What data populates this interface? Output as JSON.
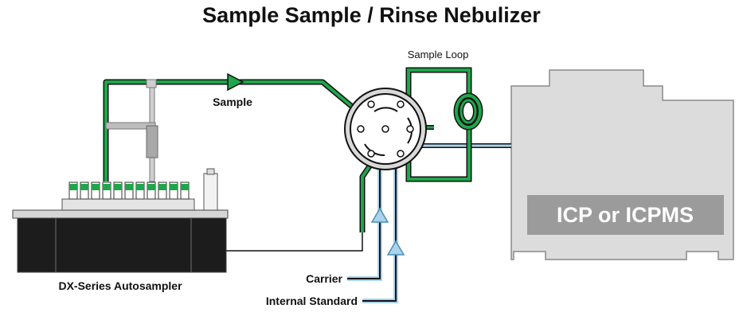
{
  "title": "Sample Sample / Rinse Nebulizer",
  "labels": {
    "sample_loop": "Sample Loop",
    "sample": "Sample",
    "instrument": "ICP or ICPMS",
    "autosampler": "DX-Series Autosampler",
    "carrier": "Carrier",
    "internal_standard": "Internal Standard"
  },
  "colors": {
    "sample_line": "#1fa64a",
    "carrier_line": "#a9d3ec",
    "instrument_body": "#d9d9d9",
    "instrument_panel": "#9a9a9a",
    "autosampler_body": "#1c1c1c"
  }
}
